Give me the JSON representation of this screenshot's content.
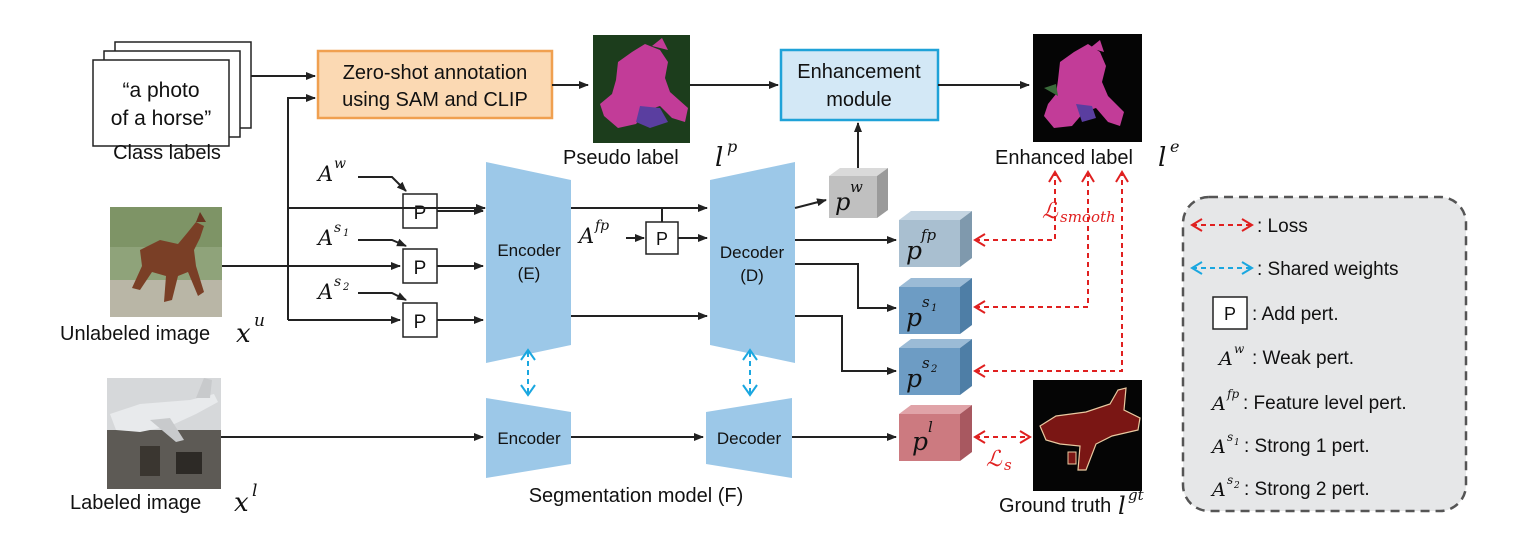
{
  "class_labels": {
    "card_text_line1": "“a photo",
    "card_text_line2": "of a horse”",
    "caption": "Class labels"
  },
  "zero_shot": {
    "line1": "Zero-shot annotation",
    "line2": "using SAM and CLIP"
  },
  "pseudo_label": {
    "caption": "Pseudo label",
    "symbol": "l",
    "sup": "p"
  },
  "enhancement": {
    "line1": "Enhancement",
    "line2": "module"
  },
  "enhanced_label": {
    "caption": "Enhanced label",
    "symbol": "l",
    "sup": "e"
  },
  "unlabeled_image": {
    "caption": "Unlabeled image",
    "symbol": "x",
    "sup": "u"
  },
  "labeled_image": {
    "caption": "Labeled image",
    "symbol": "x",
    "sup": "l"
  },
  "ground_truth": {
    "caption": "Ground truth",
    "symbol": "l",
    "sup": "gt"
  },
  "perturbations": {
    "box_label": "P",
    "aw": {
      "base": "A",
      "sup": "w"
    },
    "as1": {
      "base": "A",
      "sup": "s",
      "sub": "1"
    },
    "as2": {
      "base": "A",
      "sup": "s",
      "sub": "2"
    },
    "afp": {
      "base": "A",
      "sup": "fp"
    }
  },
  "encoder": {
    "line1": "Encoder",
    "line2": "(E)",
    "plain": "Encoder"
  },
  "decoder": {
    "line1": "Decoder",
    "line2": "(D)",
    "plain": "Decoder"
  },
  "seg_model_caption": "Segmentation model (F)",
  "predictions": {
    "pw": {
      "base": "p",
      "sup": "w"
    },
    "pfp": {
      "base": "p",
      "sup": "fp"
    },
    "ps1": {
      "base": "p",
      "sup": "s",
      "sub": "1"
    },
    "ps2": {
      "base": "p",
      "sup": "s",
      "sub": "2"
    },
    "pl": {
      "base": "p",
      "sup": "l"
    }
  },
  "losses": {
    "smooth": {
      "base": "ℒ",
      "sub": "smooth"
    },
    "s": {
      "base": "ℒ",
      "sub": "s"
    }
  },
  "legend": {
    "loss": ": Loss",
    "shared": ": Shared weights",
    "add_pert_box": "P",
    "add_pert": ": Add pert.",
    "weak": ": Weak pert.",
    "feature": ": Feature level pert.",
    "strong1": ": Strong 1 pert.",
    "strong2": ": Strong 2 pert."
  },
  "colors": {
    "enc_dec": "#9cc8e8",
    "zero_shot_fill": "#fbd9b3",
    "zero_shot_border": "#f0a050",
    "enh_fill": "#d3e8f6",
    "enh_border": "#1fa2d8",
    "loss_red": "#e02020",
    "shared_cyan": "#1aa7e0",
    "legend_bg": "#e6e7e8",
    "pw_cube": "#c0c0c0",
    "pfp_cube": "#a9bfd0",
    "ps_cube": "#6d9cc4",
    "pl_cube": "#cc7a80"
  }
}
